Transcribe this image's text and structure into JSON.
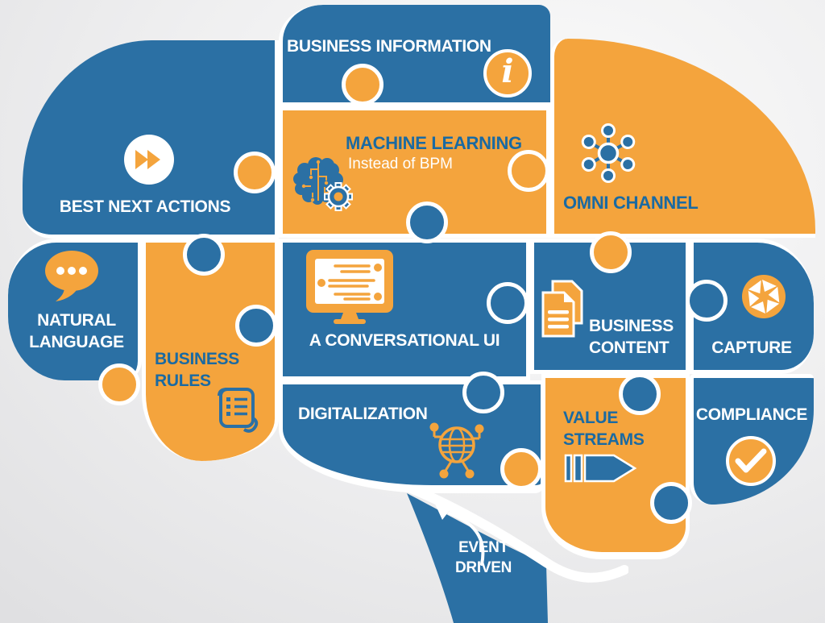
{
  "diagram": {
    "type": "puzzle-brain-infographic",
    "description_shape": "human brain silhouette assembled from jigsaw puzzle pieces with a brain stem",
    "colors": {
      "piece_blue": "#2b70a4",
      "piece_orange": "#f4a43d",
      "label_white": "#ffffff",
      "label_blue": "#1a6aa2",
      "background": "#ececee"
    }
  },
  "icons": {
    "info_glyph": "i"
  },
  "pieces": [
    {
      "id": "best-next-actions",
      "label": "BEST NEXT ACTIONS",
      "color": "blue",
      "icon": "fast-forward-icon"
    },
    {
      "id": "business-information",
      "label": "BUSINESS INFORMATION",
      "color": "blue",
      "icon": "info-icon"
    },
    {
      "id": "machine-learning",
      "label": "MACHINE LEARNING",
      "sublabel": "Instead of BPM",
      "color": "orange",
      "icon": "brain-circuit-icon"
    },
    {
      "id": "omni-channel",
      "label": "OMNI CHANNEL",
      "color": "orange",
      "icon": "hub-network-icon"
    },
    {
      "id": "natural-language",
      "label": "NATURAL LANGUAGE",
      "color": "blue",
      "icon": "speech-bubble-icon"
    },
    {
      "id": "business-rules",
      "label": "BUSINESS RULES",
      "color": "orange",
      "icon": "scroll-icon"
    },
    {
      "id": "conversational-ui",
      "label": "A CONVERSATIONAL UI",
      "color": "blue",
      "icon": "monitor-chat-icon"
    },
    {
      "id": "business-content",
      "label": "BUSINESS CONTENT",
      "color": "blue",
      "icon": "documents-icon"
    },
    {
      "id": "capture",
      "label": "CAPTURE",
      "color": "blue",
      "icon": "aperture-icon"
    },
    {
      "id": "digitalization",
      "label": "DIGITALIZATION",
      "color": "blue",
      "icon": "globe-network-icon"
    },
    {
      "id": "value-streams",
      "label": "VALUE STREAMS",
      "color": "orange",
      "icon": "value-stream-icon"
    },
    {
      "id": "compliance",
      "label": "COMPLIANCE",
      "color": "blue",
      "icon": "check-icon"
    },
    {
      "id": "event-driven",
      "label": "EVENT DRIVEN",
      "color": "blue",
      "icon": "curved-arrow-icon"
    }
  ]
}
